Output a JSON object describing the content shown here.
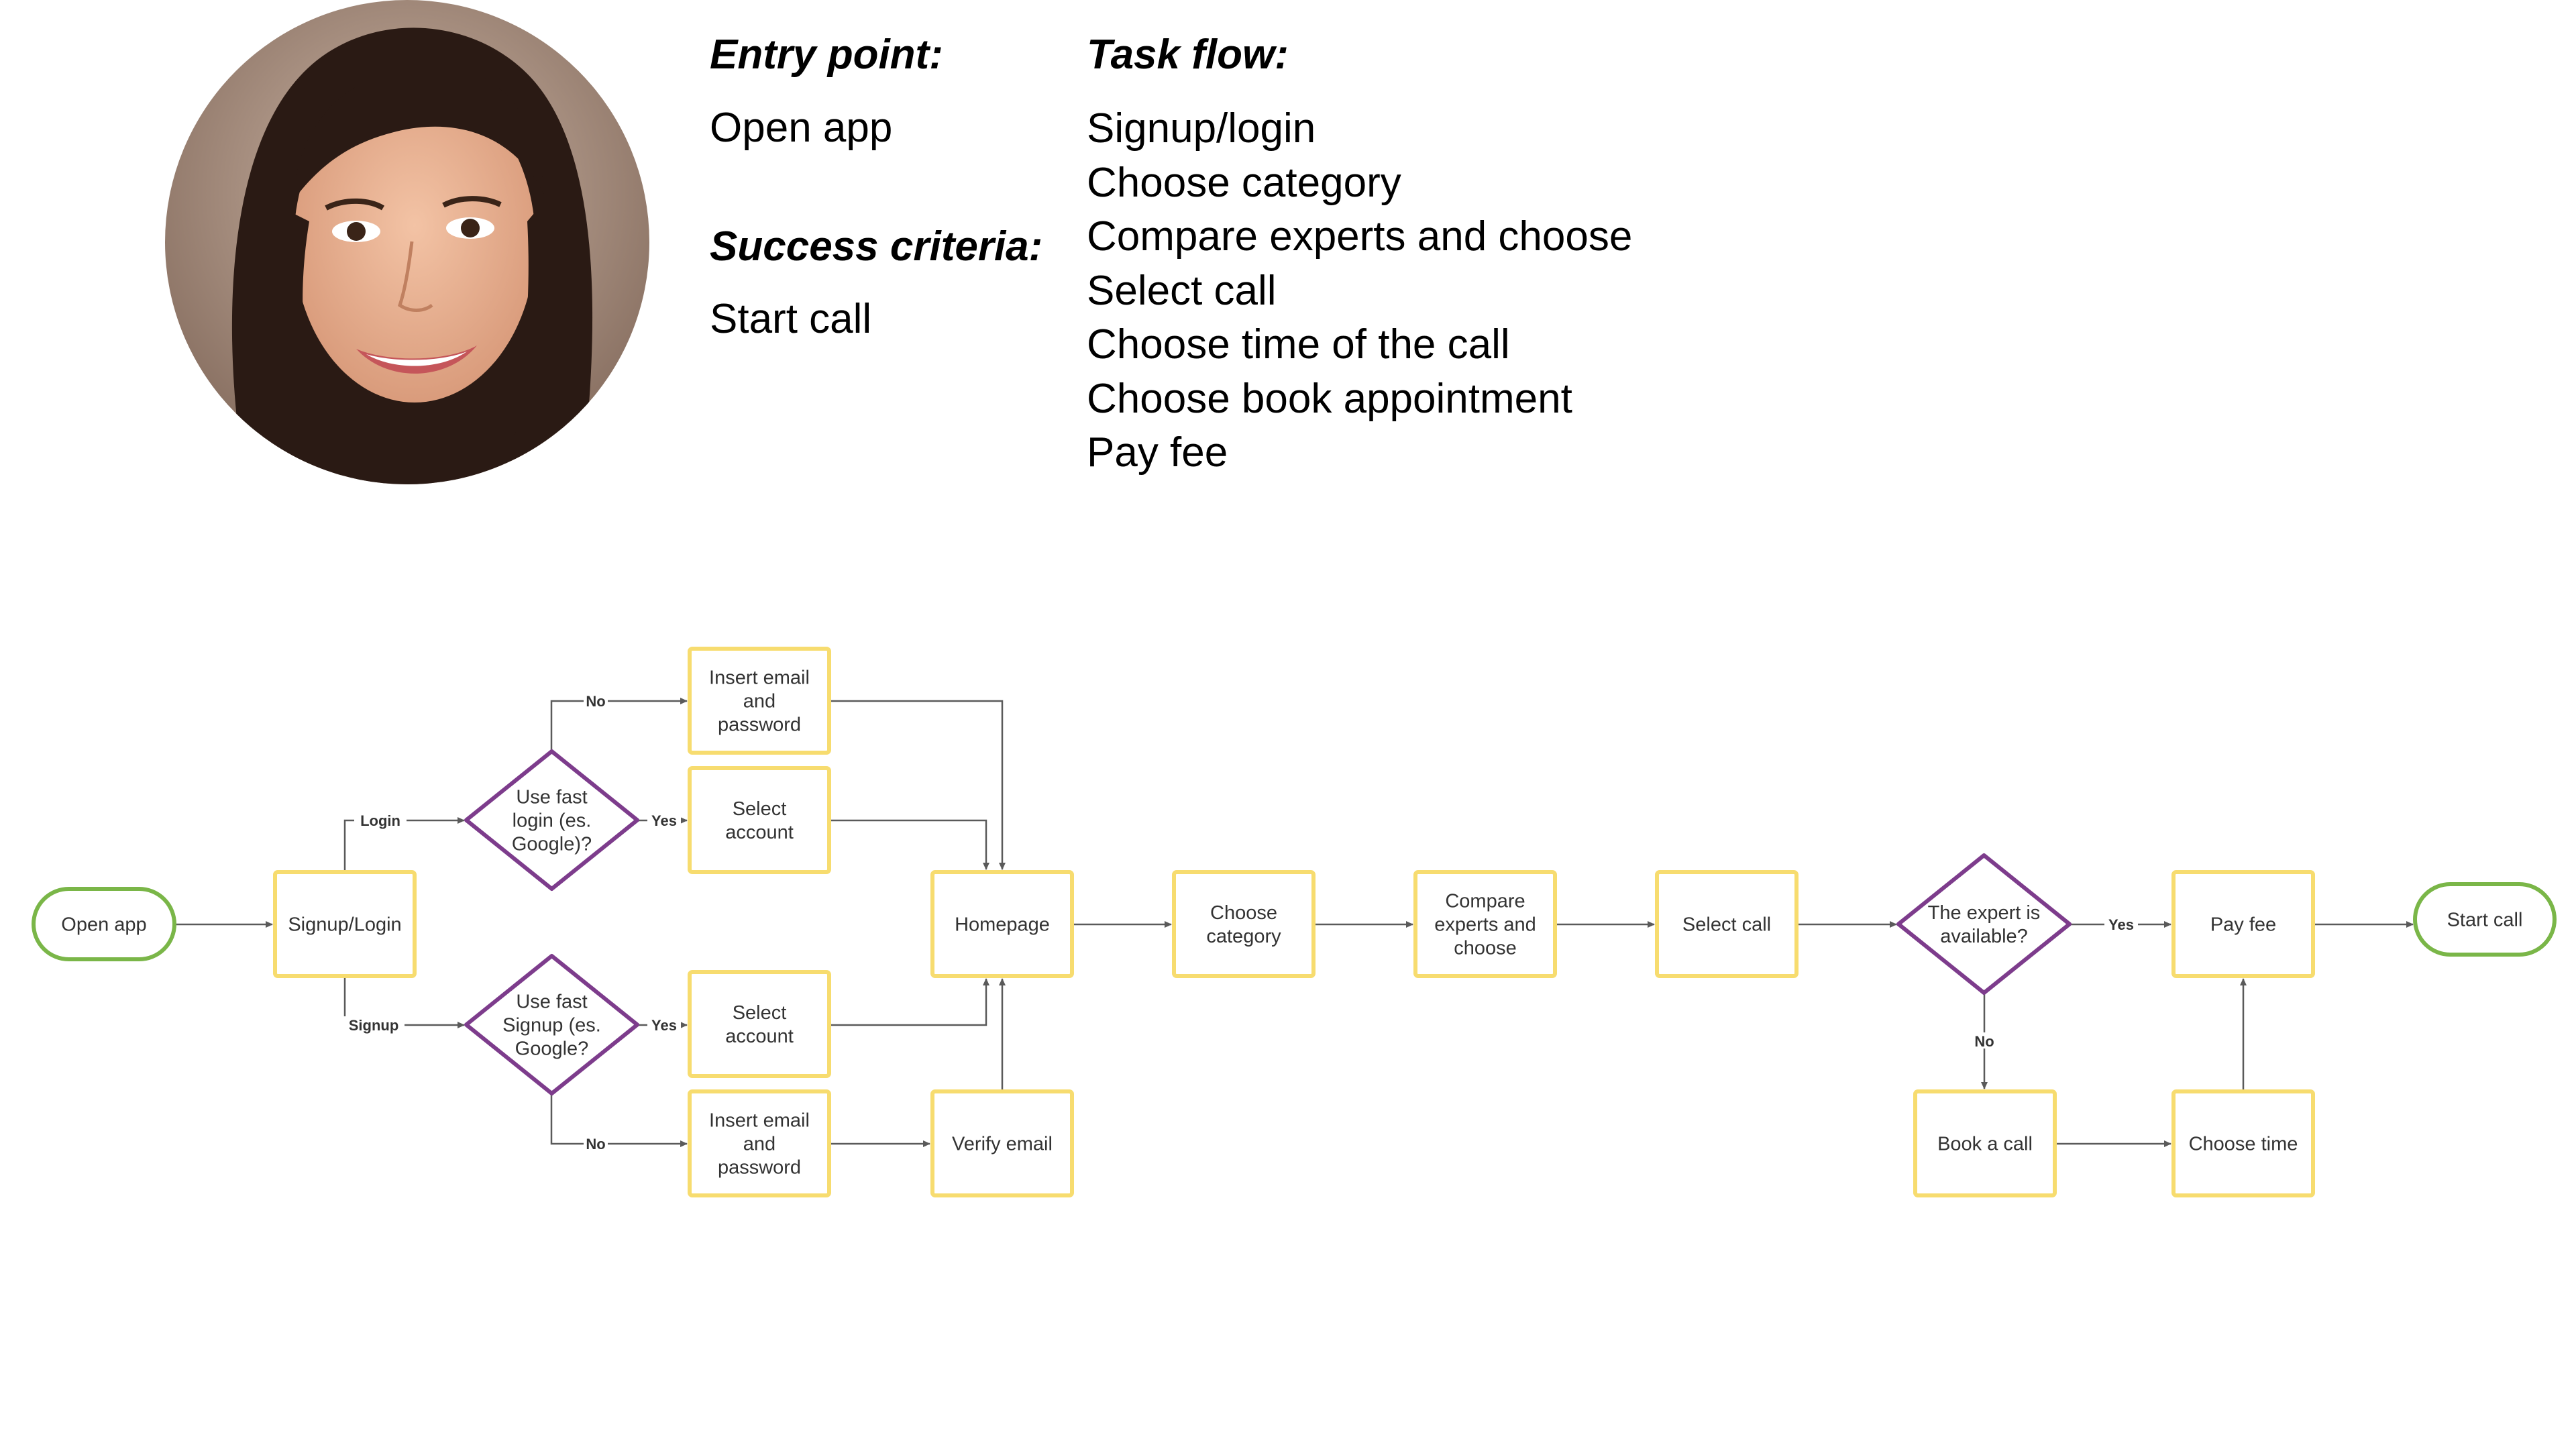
{
  "info": {
    "entry_point_heading": "Entry point:",
    "entry_point_value": "Open app",
    "success_heading": "Success criteria:",
    "success_value": "Start call",
    "task_flow_heading": "Task flow:",
    "task_flow": [
      "Signup/login",
      "Choose category",
      "Compare experts and choose",
      "Select call",
      "Choose time of the call",
      "Choose book appointment",
      "Pay fee"
    ]
  },
  "colors": {
    "terminal_stroke": "#7ab648",
    "process_stroke": "#f7dc6f",
    "decision_stroke": "#7d3c8c",
    "edge": "#5a5a5a",
    "text": "#333333"
  },
  "nodes": [
    {
      "id": "open_app",
      "shape": "terminal",
      "lines": [
        "Open app"
      ]
    },
    {
      "id": "signup_login",
      "shape": "process",
      "lines": [
        "Signup/Login"
      ]
    },
    {
      "id": "fast_login",
      "shape": "decision",
      "lines": [
        "Use fast",
        "login (es.",
        "Google)?"
      ]
    },
    {
      "id": "insert_login",
      "shape": "process",
      "lines": [
        "Insert email",
        "and",
        "password"
      ]
    },
    {
      "id": "select_login",
      "shape": "process",
      "lines": [
        "Select",
        "account"
      ]
    },
    {
      "id": "fast_signup",
      "shape": "decision",
      "lines": [
        "Use fast",
        "Signup (es.",
        "Google?"
      ]
    },
    {
      "id": "select_signup",
      "shape": "process",
      "lines": [
        "Select",
        "account"
      ]
    },
    {
      "id": "insert_signup",
      "shape": "process",
      "lines": [
        "Insert email",
        "and",
        "password"
      ]
    },
    {
      "id": "homepage",
      "shape": "process",
      "lines": [
        "Homepage"
      ]
    },
    {
      "id": "verify_email",
      "shape": "process",
      "lines": [
        "Verify email"
      ]
    },
    {
      "id": "choose_category",
      "shape": "process",
      "lines": [
        "Choose",
        "category"
      ]
    },
    {
      "id": "compare",
      "shape": "process",
      "lines": [
        "Compare",
        "experts and",
        "choose"
      ]
    },
    {
      "id": "select_call",
      "shape": "process",
      "lines": [
        "Select call"
      ]
    },
    {
      "id": "available",
      "shape": "decision",
      "lines": [
        "The expert is",
        "available?"
      ]
    },
    {
      "id": "pay_fee",
      "shape": "process",
      "lines": [
        "Pay fee"
      ]
    },
    {
      "id": "start_call",
      "shape": "terminal",
      "lines": [
        "Start call"
      ]
    },
    {
      "id": "book_call",
      "shape": "process",
      "lines": [
        "Book a call"
      ]
    },
    {
      "id": "choose_time",
      "shape": "process",
      "lines": [
        "Choose time"
      ]
    }
  ],
  "edges": [
    {
      "id": "open_to_signup",
      "from": "open_app",
      "to": "signup_login",
      "label": ""
    },
    {
      "id": "signup_to_fastlogin",
      "from": "signup_login",
      "to": "fast_login",
      "label": "Login"
    },
    {
      "id": "signup_to_fastsignup",
      "from": "signup_login",
      "to": "fast_signup",
      "label": "Signup"
    },
    {
      "id": "fastlogin_no",
      "from": "fast_login",
      "to": "insert_login",
      "label": "No"
    },
    {
      "id": "fastlogin_yes",
      "from": "fast_login",
      "to": "select_login",
      "label": "Yes"
    },
    {
      "id": "fastsignup_yes",
      "from": "fast_signup",
      "to": "select_signup",
      "label": "Yes"
    },
    {
      "id": "fastsignup_no",
      "from": "fast_signup",
      "to": "insert_signup",
      "label": "No"
    },
    {
      "id": "insertlogin_home",
      "from": "insert_login",
      "to": "homepage",
      "label": ""
    },
    {
      "id": "selectlogin_home",
      "from": "select_login",
      "to": "homepage",
      "label": ""
    },
    {
      "id": "selectsignup_home",
      "from": "select_signup",
      "to": "homepage",
      "label": ""
    },
    {
      "id": "insertsignup_verify",
      "from": "insert_signup",
      "to": "verify_email",
      "label": ""
    },
    {
      "id": "verify_home",
      "from": "verify_email",
      "to": "homepage",
      "label": ""
    },
    {
      "id": "home_category",
      "from": "homepage",
      "to": "choose_category",
      "label": ""
    },
    {
      "id": "category_compare",
      "from": "choose_category",
      "to": "compare",
      "label": ""
    },
    {
      "id": "compare_select",
      "from": "compare",
      "to": "select_call",
      "label": ""
    },
    {
      "id": "select_available",
      "from": "select_call",
      "to": "available",
      "label": ""
    },
    {
      "id": "available_yes",
      "from": "available",
      "to": "pay_fee",
      "label": "Yes"
    },
    {
      "id": "available_no",
      "from": "available",
      "to": "book_call",
      "label": "No"
    },
    {
      "id": "pay_start",
      "from": "pay_fee",
      "to": "start_call",
      "label": ""
    },
    {
      "id": "book_time",
      "from": "book_call",
      "to": "choose_time",
      "label": ""
    },
    {
      "id": "time_pay",
      "from": "choose_time",
      "to": "pay_fee",
      "label": ""
    }
  ]
}
